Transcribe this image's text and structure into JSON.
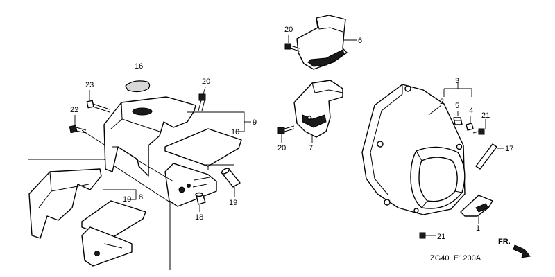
{
  "diagram_code": "ZG40−E1200A",
  "front_label": "FR.",
  "callouts": {
    "c1": "1",
    "c2": "2",
    "c3": "3",
    "c4": "4",
    "c5": "5",
    "c6": "6",
    "c7": "7",
    "c8": "8",
    "c9": "9",
    "c10a": "10",
    "c10b": "10",
    "c16": "16",
    "c17": "17",
    "c18": "18",
    "c19": "19",
    "c20a": "20",
    "c20b": "20",
    "c20c": "20",
    "c21a": "21",
    "c21b": "21",
    "c22": "22",
    "c23": "23"
  },
  "colors": {
    "line": "#000000",
    "fill": "#ffffff",
    "dark": "#1a1a1a"
  }
}
